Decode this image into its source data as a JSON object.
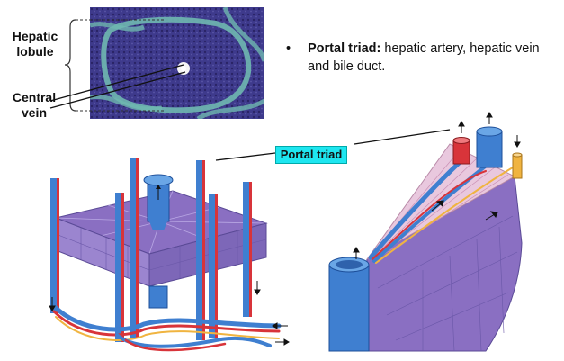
{
  "labels": {
    "hepatic_lobule": "Hepatic\nlobule",
    "central_vein": "Central\nvein",
    "portal_triad_box": "Portal triad"
  },
  "bullet": {
    "marker": "•",
    "term": "Portal triad:",
    "text": " hepatic artery, hepatic vein and bile duct."
  },
  "colors": {
    "micrograph_bg": "#3e3a8c",
    "connective_tissue": "#6fb8b0",
    "portal_triad_box": "#1ee6f0",
    "vein_blue": "#3f7fd0",
    "artery_red": "#d8343a",
    "bile_yellow": "#f0b440",
    "lobule_purple": "#8a6fc2"
  }
}
